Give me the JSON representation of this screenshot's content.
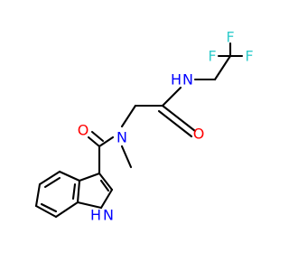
{
  "colors": {
    "bond": "#000000",
    "fluorine": "#33cccc",
    "nitrogen": "#0000ff",
    "oxygen": "#ff0000",
    "background": "#ffffff"
  },
  "atoms": {
    "f_top": "F",
    "f_left": "F",
    "f_right": "F",
    "n_amide_upper": "N",
    "h_amide_upper": "H",
    "o_upper": "O",
    "n_methyl": "N",
    "o_lower": "O",
    "n_indole": "N",
    "h_indole": "H"
  }
}
